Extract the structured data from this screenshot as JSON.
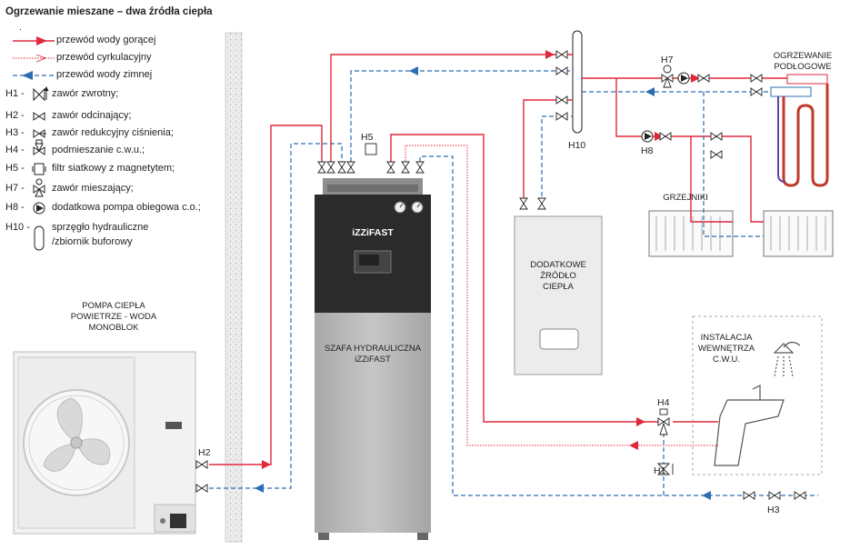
{
  "title": "Ogrzewanie mieszane – dwa źródła ciepła",
  "bullet": ".",
  "legend": {
    "hot": "przewód wody gorącej",
    "circ": "przewód cyrkulacyjny",
    "cold": "przewód wody zimnej",
    "items": [
      {
        "code": "H1 -",
        "text": "zawór zwrotny;"
      },
      {
        "code": "H2 -",
        "text": "zawór odcinający;"
      },
      {
        "code": "H3 -",
        "text": "zawór redukcyjny ciśnienia;"
      },
      {
        "code": "H4 -",
        "text": "podmieszanie c.w.u.;"
      },
      {
        "code": "H5 -",
        "text": "filtr siatkowy z magnetytem;"
      },
      {
        "code": "H7 -",
        "text": "zawór mieszający;"
      },
      {
        "code": "H8 -",
        "text": "dodatkowa pompa obiegowa c.o.;"
      },
      {
        "code": "H10 -",
        "text": "sprzęgło hydrauliczne"
      },
      {
        "code": "",
        "text": "/zbiornik buforowy"
      }
    ]
  },
  "labels": {
    "pump_line1": "POMPA CIEPŁA",
    "pump_line2": "POWIETRZE - WODA",
    "pump_line3": "MONOBLOK",
    "brand": "iZZiFAST",
    "cabinet_line1": "SZAFA HYDRAULICZNA",
    "cabinet_line2": "iZZiFAST",
    "extra_line1": "DODATKOWE",
    "extra_line2": "ŹRÓDŁO",
    "extra_line3": "CIEPŁA",
    "floor_line1": "OGRZEWANIE",
    "floor_line2": "PODŁOGOWE",
    "radiators": "GRZEJNIKI",
    "dhw_line1": "INSTALACJA",
    "dhw_line2": "WEWNĘTRZA",
    "dhw_line3": "C.W.U.",
    "h1": "H1",
    "h2": "H2",
    "h3": "H3",
    "h4": "H4",
    "h5": "H5",
    "h7": "H7",
    "h8": "H8",
    "h10": "H10"
  },
  "colors": {
    "hot": "#e0283c",
    "cold": "#2e6db4",
    "circ": "#e0283c",
    "cabinet_top": "#2b2b2b",
    "cabinet_body": "#b3b3b3"
  }
}
